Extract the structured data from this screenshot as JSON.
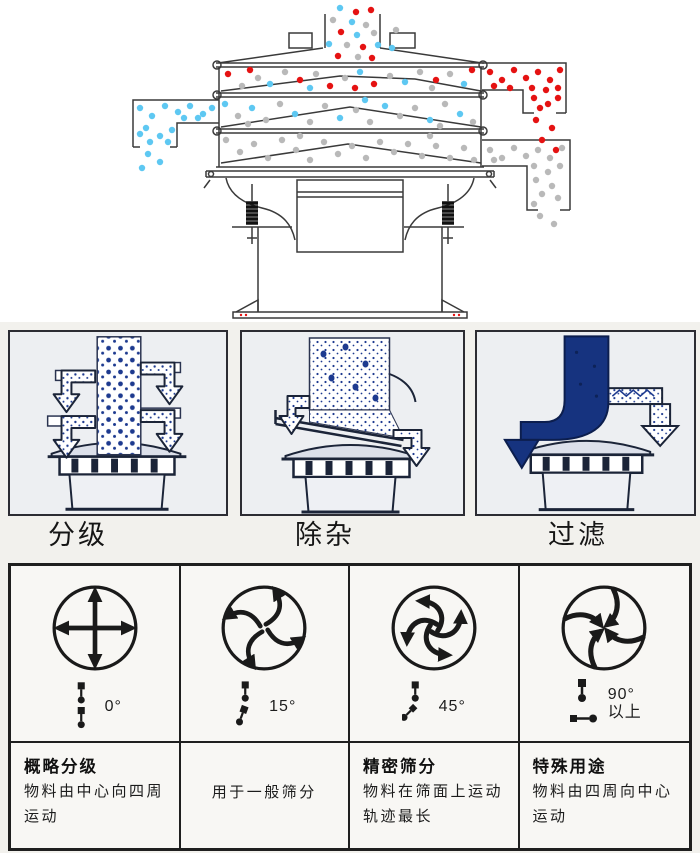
{
  "colors": {
    "red_particles": "#e51212",
    "blue_particles": "#5ec8f2",
    "gray_particles": "#b9b9b9",
    "illustration_blue": "#1d3a8f",
    "line": "#3a3a3a"
  },
  "machine_diagram": {
    "particle_colors": [
      "#e51212",
      "#5ec8f2",
      "#b9b9b9"
    ]
  },
  "applications": {
    "items": [
      {
        "label": "分级"
      },
      {
        "label": "除杂"
      },
      {
        "label": "过滤"
      }
    ]
  },
  "motion_table": {
    "columns": [
      {
        "icon": "cross-arrows-icon",
        "angle": "0°",
        "angle_suffix": "",
        "heading": "概略分级",
        "description": "物料由中心向四周运动"
      },
      {
        "icon": "swirl-outward-icon",
        "angle": "15°",
        "angle_suffix": "",
        "heading": "",
        "description": "用于一般筛分"
      },
      {
        "icon": "swirl-spiral-icon",
        "angle": "45°",
        "angle_suffix": "",
        "heading": "精密筛分",
        "description": "物料在筛面上运动轨迹最长"
      },
      {
        "icon": "swirl-inward-icon",
        "angle": "90°",
        "angle_suffix": "以上",
        "heading": "特殊用途",
        "description": "物料由四周向中心运动"
      }
    ]
  }
}
